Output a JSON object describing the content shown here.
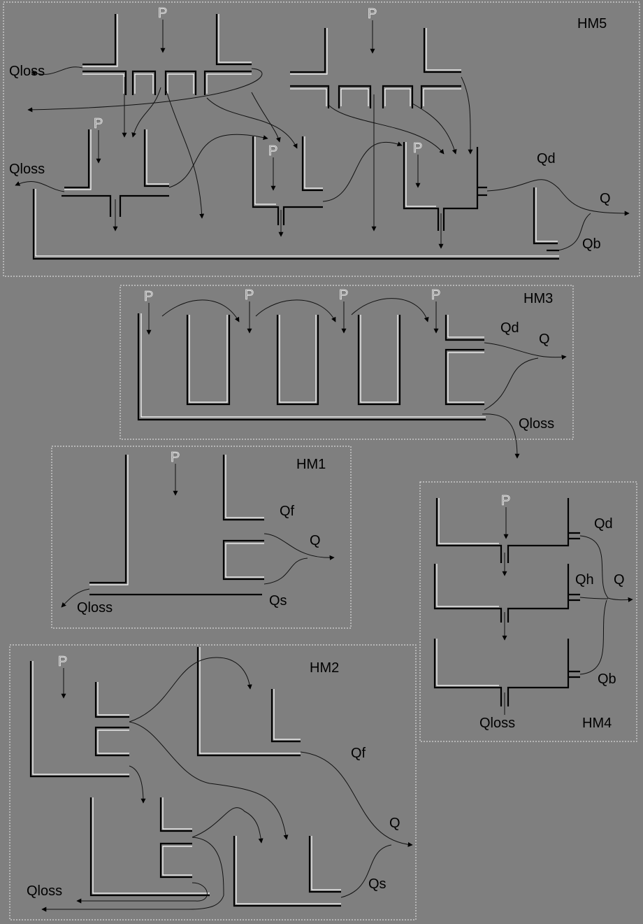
{
  "modules": {
    "hm5": {
      "name": "HM5",
      "labels": {
        "qloss_top": "Qloss",
        "qloss_bottom": "Qloss",
        "qd": "Qd",
        "q": "Q",
        "qb": "Qb",
        "p": "P"
      }
    },
    "hm3": {
      "name": "HM3",
      "labels": {
        "qd": "Qd",
        "q": "Q",
        "qloss": "Qloss",
        "p": "P"
      }
    },
    "hm1": {
      "name": "HM1",
      "labels": {
        "qf": "Qf",
        "q": "Q",
        "qs": "Qs",
        "qloss": "Qloss",
        "p": "P"
      }
    },
    "hm4": {
      "name": "HM4",
      "labels": {
        "qd": "Qd",
        "qh": "Qh",
        "q": "Q",
        "qb": "Qb",
        "qloss": "Qloss",
        "p": "P"
      }
    },
    "hm2": {
      "name": "HM2",
      "labels": {
        "qf": "Qf",
        "q": "Q",
        "qs": "Qs",
        "qloss": "Qloss",
        "p": "P"
      }
    }
  }
}
